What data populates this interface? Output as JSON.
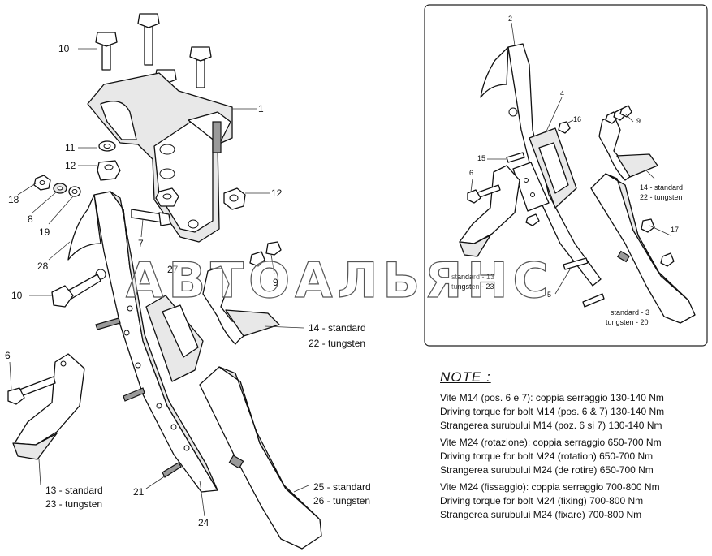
{
  "callouts": {
    "c1": "1",
    "c6": "6",
    "c7": "7",
    "c8": "8",
    "c9": "9",
    "c10a": "10",
    "c10b": "10",
    "c11": "11",
    "c12a": "12",
    "c12b": "12",
    "c14a": "14 - standard",
    "c14b": "22 - tungsten",
    "c13a": "13 - standard",
    "c13b": "23 - tungsten",
    "c18": "18",
    "c19": "19",
    "c21": "21",
    "c24": "24",
    "c25a": "25 - standard",
    "c25b": "26 - tungsten",
    "c27": "27",
    "c28": "28"
  },
  "inset": {
    "c2": "2",
    "c4": "4",
    "c5": "5",
    "c6": "6",
    "c9": "9",
    "c15": "15",
    "c16": "16",
    "c17": "17",
    "s13a": "standard - 13",
    "s13b": "tungsten - 23",
    "s14a": "14 - standard",
    "s14b": "22 - tungsten",
    "s3a": "standard - 3",
    "s3b": "tungsten - 20"
  },
  "watermark": "АВТОАЛЬЯНС",
  "note": {
    "title": "NOTE :",
    "groups": [
      [
        "Vite M14  (pos. 6 e 7): coppia serraggio 130-140 Nm",
        "Driving torque for bolt M14 (pos. 6 & 7) 130-140 Nm",
        "Strangerea surubului M14 (poz. 6 si 7) 130-140 Nm"
      ],
      [
        "Vite M24 (rotazione): coppia serraggio 650-700 Nm",
        "Driving torque for bolt M24 (rotation) 650-700 Nm",
        "Strangerea surubului M24 (de rotire)  650-700 Nm"
      ],
      [
        "Vite M24 (fissaggio): coppia serraggio 700-800 Nm",
        "Driving torque for bolt M24 (fixing) 700-800 Nm",
        "Strangerea surubului M24 (fixare)   700-800 Nm"
      ]
    ]
  }
}
